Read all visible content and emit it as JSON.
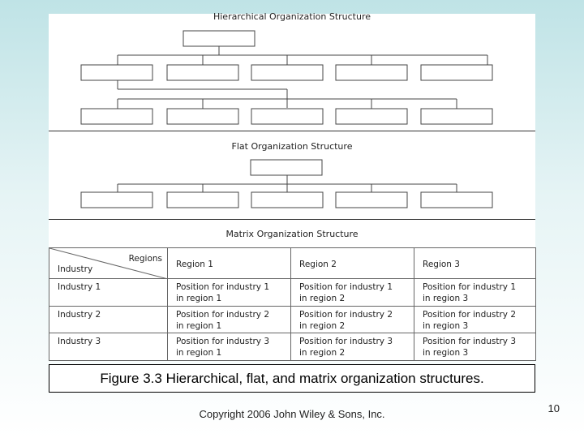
{
  "diagram": {
    "hierarchical": {
      "title": "Hierarchical Organization Structure"
    },
    "flat": {
      "title": "Flat Organization Structure"
    },
    "matrix": {
      "title": "Matrix Organization Structure",
      "corner_top": "Regions",
      "corner_bottom": "Industry",
      "columns": [
        "Region 1",
        "Region 2",
        "Region 3"
      ],
      "rows": [
        {
          "label": "Industry 1",
          "cells": [
            [
              "Position for industry 1",
              "in region 1"
            ],
            [
              "Position for industry 1",
              "in region 2"
            ],
            [
              "Position for industry 1",
              "in region 3"
            ]
          ]
        },
        {
          "label": "Industry 2",
          "cells": [
            [
              "Position for industry 2",
              "in region 1"
            ],
            [
              "Position for industry 2",
              "in region 2"
            ],
            [
              "Position for industry 2",
              "in region 3"
            ]
          ]
        },
        {
          "label": "Industry 3",
          "cells": [
            [
              "Position for industry 3",
              "in region 1"
            ],
            [
              "Position for industry 3",
              "in region 2"
            ],
            [
              "Position for industry 3",
              "in region 3"
            ]
          ]
        }
      ]
    }
  },
  "caption": "Figure 3.3  Hierarchical, flat, and matrix organization structures.",
  "footer": {
    "copyright": "Copyright 2006 John Wiley & Sons, Inc.",
    "page": "10"
  }
}
